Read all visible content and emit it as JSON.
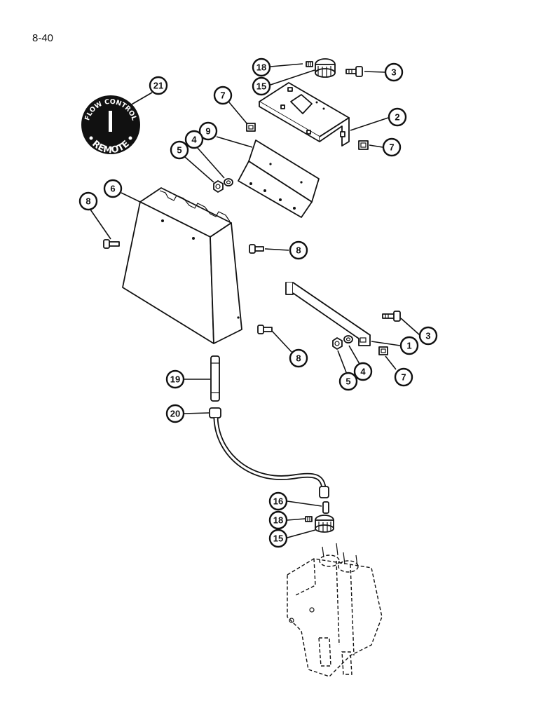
{
  "page": {
    "number": "8-40"
  },
  "decal": {
    "top_text": "FLOW CONTROL",
    "bottom_text": "REMOTE"
  },
  "callouts": [
    {
      "id": "c21",
      "label": "21"
    },
    {
      "id": "c18a",
      "label": "18"
    },
    {
      "id": "c15a",
      "label": "15"
    },
    {
      "id": "c3a",
      "label": "3"
    },
    {
      "id": "c7a",
      "label": "7"
    },
    {
      "id": "c2",
      "label": "2"
    },
    {
      "id": "c7b",
      "label": "7"
    },
    {
      "id": "c9",
      "label": "9"
    },
    {
      "id": "c4a",
      "label": "4"
    },
    {
      "id": "c5a",
      "label": "5"
    },
    {
      "id": "c6",
      "label": "6"
    },
    {
      "id": "c8a",
      "label": "8"
    },
    {
      "id": "c8b",
      "label": "8"
    },
    {
      "id": "c3b",
      "label": "3"
    },
    {
      "id": "c1",
      "label": "1"
    },
    {
      "id": "c8c",
      "label": "8"
    },
    {
      "id": "c4b",
      "label": "4"
    },
    {
      "id": "c5b",
      "label": "5"
    },
    {
      "id": "c7c",
      "label": "7"
    },
    {
      "id": "c19",
      "label": "19"
    },
    {
      "id": "c20",
      "label": "20"
    },
    {
      "id": "c16",
      "label": "16"
    },
    {
      "id": "c18b",
      "label": "18"
    },
    {
      "id": "c15b",
      "label": "15"
    }
  ]
}
